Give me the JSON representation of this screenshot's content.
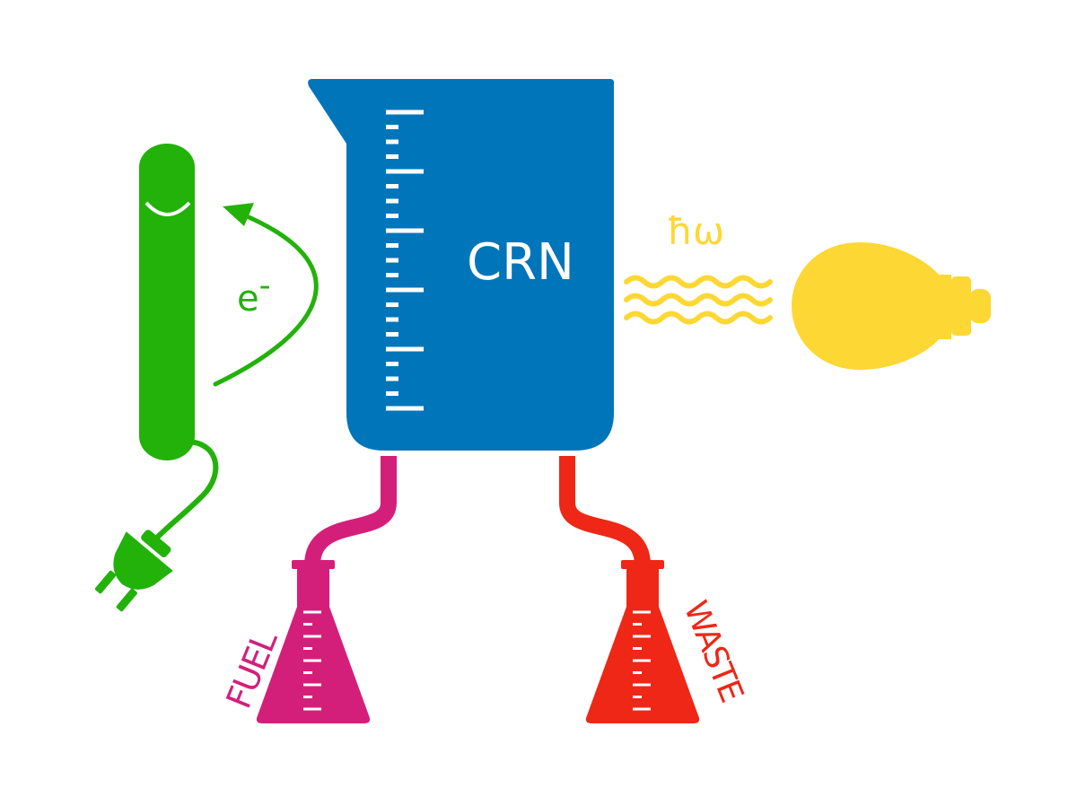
{
  "labels": {
    "reactor": "CRN",
    "electron": "e",
    "electron_sup": "-",
    "photon": "ħω",
    "fuel": "FUEL",
    "waste": "WASTE"
  },
  "colors": {
    "beaker": "#0075BA",
    "electrode": "#22B20A",
    "fuel": "#D41F7A",
    "waste": "#EE2716",
    "light": "#FDD734",
    "marks": "#ffffff"
  }
}
